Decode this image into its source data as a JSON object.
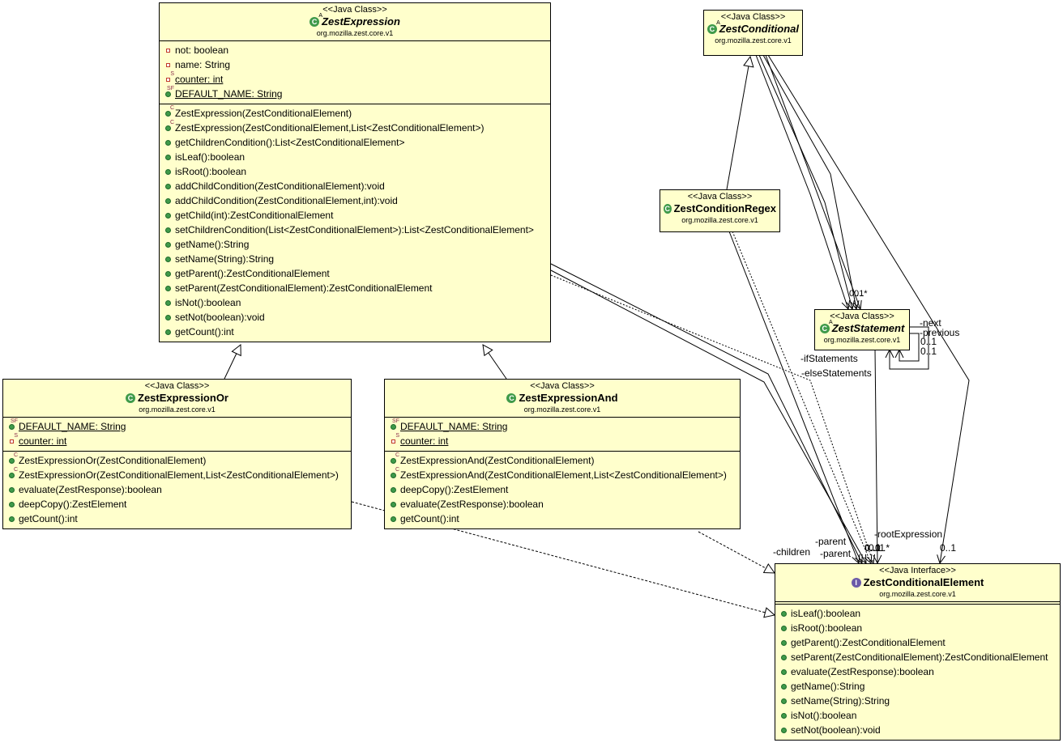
{
  "classes": {
    "expression": {
      "stereotype": "<<Java Class>>",
      "name": "ZestExpression",
      "package": "org.mozilla.zest.core.v1",
      "fields": [
        "not: boolean",
        "name: String",
        "counter: int",
        "DEFAULT_NAME: String"
      ],
      "methods": [
        "ZestExpression(ZestConditionalElement)",
        "ZestExpression(ZestConditionalElement,List<ZestConditionalElement>)",
        "getChildrenCondition():List<ZestConditionalElement>",
        "isLeaf():boolean",
        "isRoot():boolean",
        "addChildCondition(ZestConditionalElement):void",
        "addChildCondition(ZestConditionalElement,int):void",
        "getChild(int):ZestConditionalElement",
        "setChildrenCondition(List<ZestConditionalElement>):List<ZestConditionalElement>",
        "getName():String",
        "setName(String):String",
        "getParent():ZestConditionalElement",
        "setParent(ZestConditionalElement):ZestConditionalElement",
        "isNot():boolean",
        "setNot(boolean):void",
        "getCount():int"
      ]
    },
    "conditional": {
      "stereotype": "<<Java Class>>",
      "name": "ZestConditional",
      "package": "org.mozilla.zest.core.v1"
    },
    "regex": {
      "stereotype": "<<Java Class>>",
      "name": "ZestConditionRegex",
      "package": "org.mozilla.zest.core.v1"
    },
    "statement": {
      "stereotype": "<<Java Class>>",
      "name": "ZestStatement",
      "package": "org.mozilla.zest.core.v1"
    },
    "or": {
      "stereotype": "<<Java Class>>",
      "name": "ZestExpressionOr",
      "package": "org.mozilla.zest.core.v1",
      "fields": [
        "DEFAULT_NAME: String",
        "counter: int"
      ],
      "methods": [
        "ZestExpressionOr(ZestConditionalElement)",
        "ZestExpressionOr(ZestConditionalElement,List<ZestConditionalElement>)",
        "evaluate(ZestResponse):boolean",
        "deepCopy():ZestElement",
        "getCount():int"
      ]
    },
    "and": {
      "stereotype": "<<Java Class>>",
      "name": "ZestExpressionAnd",
      "package": "org.mozilla.zest.core.v1",
      "fields": [
        "DEFAULT_NAME: String",
        "counter: int"
      ],
      "methods": [
        "ZestExpressionAnd(ZestConditionalElement)",
        "ZestExpressionAnd(ZestConditionalElement,List<ZestConditionalElement>)",
        "deepCopy():ZestElement",
        "evaluate(ZestResponse):boolean",
        "getCount():int"
      ]
    },
    "element": {
      "stereotype": "<<Java Interface>>",
      "name": "ZestConditionalElement",
      "package": "org.mozilla.zest.core.v1",
      "methods": [
        "isLeaf():boolean",
        "isRoot():boolean",
        "getParent():ZestConditionalElement",
        "setParent(ZestConditionalElement):ZestConditionalElement",
        "evaluate(ZestResponse):boolean",
        "getName():String",
        "setName(String):String",
        "isNot():boolean",
        "setNot(boolean):void"
      ]
    }
  },
  "edge_labels": {
    "mult_0_1_stmt": "0..1",
    "mult_many_stmt": "0..*",
    "next": "-next",
    "previous": "-previous",
    "mult_next": "0..1",
    "mult_previous": "0..1",
    "if_statements": "-ifStatements",
    "else_statements": "-elseStatements",
    "root_expression": "-rootExpression",
    "parent_1": "-parent",
    "parent_2": "-parent",
    "children": "-children",
    "mult_a": "0..1",
    "mult_b": "0..1",
    "mult_c": "0..*",
    "mult_d": "0..1"
  },
  "colors": {
    "class_fill": "#ffffcc",
    "method_icon": "#3f9a4a",
    "interface_icon": "#6b5aa8",
    "private_icon": "#c0392b"
  }
}
